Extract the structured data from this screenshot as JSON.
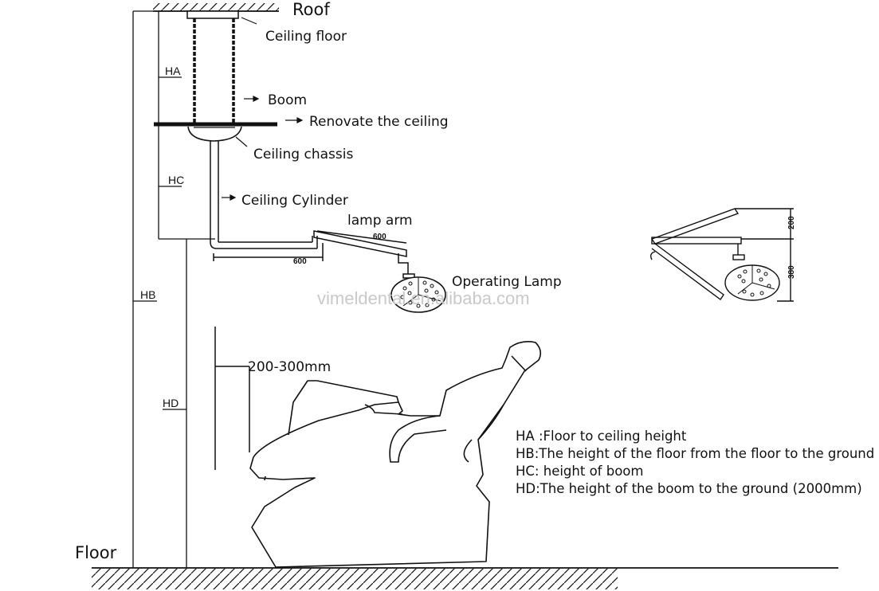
{
  "labels": {
    "roof": "Roof",
    "ceiling_floor": "Ceiling floor",
    "boom": "Boom",
    "renovate_ceiling": "Renovate the ceiling",
    "ceiling_chassis": "Ceiling chassis",
    "ceiling_cylinder": "Ceiling Cylinder",
    "lamp_arm": "lamp arm",
    "operating_lamp": "Operating Lamp",
    "floor": "Floor"
  },
  "dimensions": {
    "ha": "HA",
    "hb": "HB",
    "hc": "HC",
    "hd": "HD",
    "offset": "200-300mm",
    "arm_upper": "600",
    "arm_lower": "600",
    "side_200": "200",
    "side_380": "380"
  },
  "legend": [
    "HA :Floor to ceiling height",
    "HB:The height of the floor from the floor to the ground",
    "HC: height of boom",
    "HD:The height of the boom to the ground (2000mm)"
  ],
  "watermark": "vimeldental.en.alibaba.com"
}
